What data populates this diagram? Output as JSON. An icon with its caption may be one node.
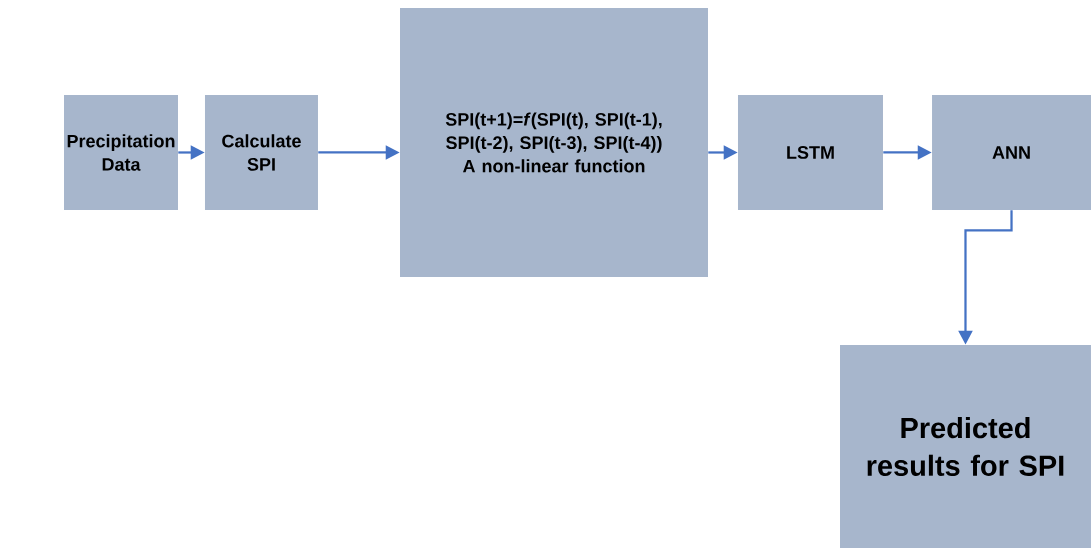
{
  "diagram": {
    "nodes": [
      {
        "text": [
          "Precipitation Data"
        ]
      },
      {
        "text": [
          "Calculate SPI"
        ]
      },
      {
        "text": [
          "SPI(t+1)=*f*(SPI(t), SPI(t-1), SPI(t-2), SPI(t-3), SPI(t-4))",
          "A non-linear function"
        ]
      },
      {
        "text": [
          "LSTM"
        ]
      },
      {
        "text": [
          "ANN"
        ]
      },
      {
        "text": [
          "Predicted results for SPI"
        ]
      }
    ],
    "edges": [
      {
        "from": 0,
        "to": 1,
        "arrow": "to"
      },
      {
        "from": 1,
        "to": 2,
        "arrow": "to"
      },
      {
        "from": 2,
        "to": 3,
        "arrow": "to"
      },
      {
        "from": 3,
        "to": 4,
        "arrow": "to"
      },
      {
        "from": 4,
        "to": 5,
        "arrow": "to"
      }
    ]
  }
}
